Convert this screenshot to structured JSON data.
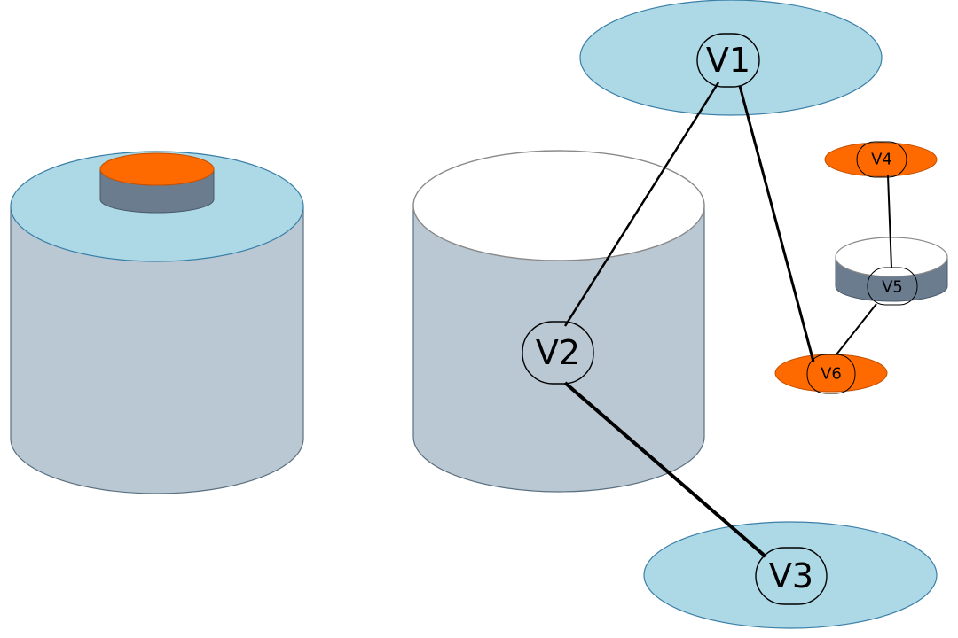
{
  "colors": {
    "light_blue": "#add8e6",
    "cylinder_gray": "#b9c8d3",
    "small_cylinder_side": "#6b7c8f",
    "orange": "#ff6a00",
    "edge": "#000000",
    "outline": "#5a7080"
  },
  "nodes": {
    "v1": "V1",
    "v2": "V2",
    "v3": "V3",
    "v4": "V4",
    "v5": "V5",
    "v6": "V6"
  },
  "edges": [
    {
      "from": "v1",
      "to": "v2"
    },
    {
      "from": "v1",
      "to": "v6"
    },
    {
      "from": "v2",
      "to": "v3"
    },
    {
      "from": "v4",
      "to": "v5"
    },
    {
      "from": "v5",
      "to": "v6"
    }
  ]
}
